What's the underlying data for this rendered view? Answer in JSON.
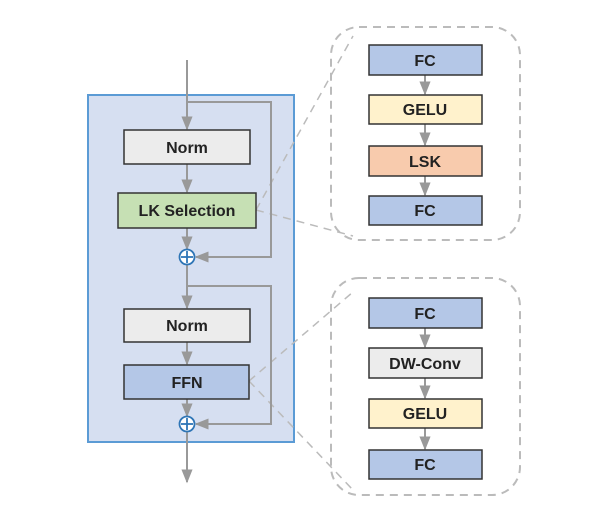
{
  "main_block": {
    "norm_1": "Norm",
    "lk_selection": "LK Selection",
    "norm_2": "Norm",
    "ffn": "FFN"
  },
  "lk_detail": {
    "fc_top": "FC",
    "gelu": "GELU",
    "lsk": "LSK",
    "fc_bottom": "FC"
  },
  "ffn_detail": {
    "fc_top": "FC",
    "dwconv": "DW-Conv",
    "gelu": "GELU",
    "fc_bottom": "FC"
  },
  "colors": {
    "block_fill": "#d6dff1",
    "block_border": "#5b9bd5",
    "norm_fill": "#ececec",
    "lk_fill": "#c6e0b4",
    "ffn_fill": "#b4c7e7",
    "fc_fill": "#b4c7e7",
    "gelu_fill": "#fff2cc",
    "lsk_fill": "#f8cbad",
    "dwconv_fill": "#ececec",
    "arrow": "#999999",
    "add_symbol": "#2e75b6",
    "dashed": "#bbbbbb"
  }
}
